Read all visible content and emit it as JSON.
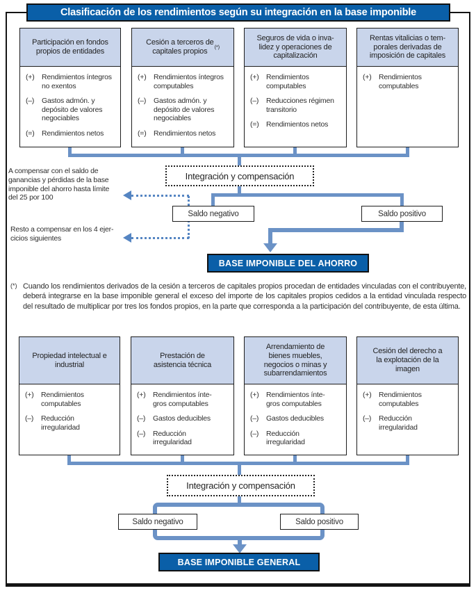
{
  "title": "Clasificación de los rendimientos según su integración en la base imponible",
  "colors": {
    "title_bar_blue": "#0a5fa8",
    "box_header_fill": "#c9d5eb",
    "connector_blue": "#6b92c6",
    "dotted_arrow_blue": "#5585c2",
    "result_box_fill": "#0a5fa8"
  },
  "savings": {
    "boxes": [
      {
        "title": "Participación en fondos\npropios de entidades",
        "items": [
          {
            "sign": "(+)",
            "text": "Rendimientos íntegros\nno exentos"
          },
          {
            "sign": "(–)",
            "text": "Gastos admón. y\ndepósito de valores\nnegociables"
          },
          {
            "sign": "(=)",
            "text": "Rendimientos netos"
          }
        ]
      },
      {
        "title": "Cesión a terceros de\ncapitales propios",
        "footnote_ref": "(*)",
        "items": [
          {
            "sign": "(+)",
            "text": "Rendimientos íntegros\ncomputables"
          },
          {
            "sign": "(–)",
            "text": "Gastos admón. y\ndepósito de valores\nnegociables"
          },
          {
            "sign": "(=)",
            "text": "Rendimientos netos"
          }
        ]
      },
      {
        "title": "Seguros de vida o inva-\nlidez y operaciones de\ncapitalización",
        "items": [
          {
            "sign": "(+)",
            "text": "Rendimientos\ncomputables"
          },
          {
            "sign": "(–)",
            "text": "Reducciones régimen\ntransitorio"
          },
          {
            "sign": "(=)",
            "text": "Rendimientos netos"
          }
        ]
      },
      {
        "title": "Rentas vitalicias o tem-\nporales derivadas de\nimposición de capitales",
        "items": [
          {
            "sign": "(+)",
            "text": "Rendimientos\ncomputables"
          }
        ]
      }
    ],
    "integration_label": "Integración y compensación",
    "saldo_negativo": "Saldo negativo",
    "saldo_positivo": "Saldo positivo",
    "result": "BASE IMPONIBLE DEL AHORRO",
    "annotation_top": "A compensar con el saldo de\nganancias y pérdidas de la base\nimponible del ahorro hasta límite\ndel 25 por 100",
    "annotation_bottom": "Resto a compensar en los 4 ejer-\ncicios siguientes"
  },
  "footnote": {
    "marker": "(*)",
    "text": "Cuando los rendimientos derivados de la cesión a terceros de capitales propios procedan de entidades vinculadas con el contribuyente, deberá integrarse en la base imponible general el exceso del importe de los capitales propios cedidos a la entidad vinculada respecto del resultado de multiplicar por tres los fondos propios, en la parte que corresponda a la participación del contribuyente, de esta última."
  },
  "general": {
    "boxes": [
      {
        "title": "Propiedad intelectual e\nindustrial",
        "items": [
          {
            "sign": "(+)",
            "text": "Rendimientos\ncomputables"
          },
          {
            "sign": "(–)",
            "text": "Reducción\nirregularidad"
          }
        ]
      },
      {
        "title": "Prestación de\nasistencia técnica",
        "items": [
          {
            "sign": "(+)",
            "text": "Rendimientos ínte-\ngros computables"
          },
          {
            "sign": "(–)",
            "text": "Gastos deducibles"
          },
          {
            "sign": "(–)",
            "text": "Reducción\nirregularidad"
          }
        ]
      },
      {
        "title": "Arrendamiento de\nbienes muebles,\nnegocios o minas y\nsubarrendamientos",
        "items": [
          {
            "sign": "(+)",
            "text": "Rendimientos ínte-\ngros computables"
          },
          {
            "sign": "(–)",
            "text": "Gastos deducibles"
          },
          {
            "sign": "(–)",
            "text": "Reducción\nirregularidad"
          }
        ]
      },
      {
        "title": "Cesión del derecho a\nla explotación de la\nimagen",
        "items": [
          {
            "sign": "(+)",
            "text": "Rendimientos\ncomputables"
          },
          {
            "sign": "(–)",
            "text": "Reducción\nirregularidad"
          }
        ]
      }
    ],
    "integration_label": "Integración y compensación",
    "saldo_negativo": "Saldo negativo",
    "saldo_positivo": "Saldo positivo",
    "result": "BASE IMPONIBLE GENERAL"
  }
}
